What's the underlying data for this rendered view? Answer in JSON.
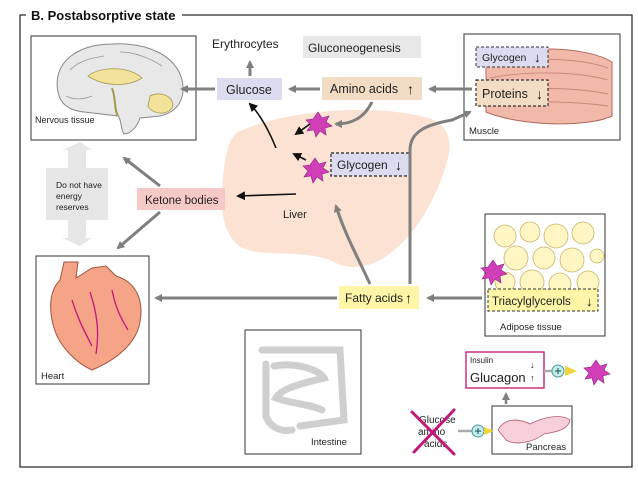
{
  "title": "B. Postabsorptive state",
  "organs": {
    "nervous": "Nervous tissue",
    "muscle": "Muscle",
    "heart": "Heart",
    "adipose": "Adipose tissue",
    "intestine": "Intestine",
    "pancreas": "Pancreas",
    "liver": "Liver"
  },
  "labels": {
    "erythrocytes": "Erythrocytes",
    "gluconeogenesis": "Gluconeogenesis",
    "glucose": "Glucose",
    "amino_acids": "Amino acids",
    "glycogen_muscle": "Glycogen",
    "proteins": "Proteins",
    "glycogen_liver": "Glycogen",
    "ketone_bodies": "Ketone bodies",
    "no_energy_1": "Do not have",
    "no_energy_2": "energy",
    "no_energy_3": "reserves",
    "fatty_acids": "Fatty acids",
    "triacylglycerols": "Triacylglycerols",
    "insulin": "Insulin",
    "glucagon": "Glucagon",
    "crossed_glucose": "Glucose",
    "crossed_amino": "amino",
    "crossed_acids": "acids"
  },
  "arrows": {
    "up": "↑",
    "down": "↓"
  },
  "colors": {
    "glucose_box": "#dcdcf0",
    "amino_box": "#f2ddc4",
    "ketone_box": "#f6c9c9",
    "fatty_box": "#fff5a6",
    "liver": "#fbe2d2",
    "arrow": "#888888",
    "starburst": "#d13fb8",
    "glucagon_border": "#c8207a"
  }
}
